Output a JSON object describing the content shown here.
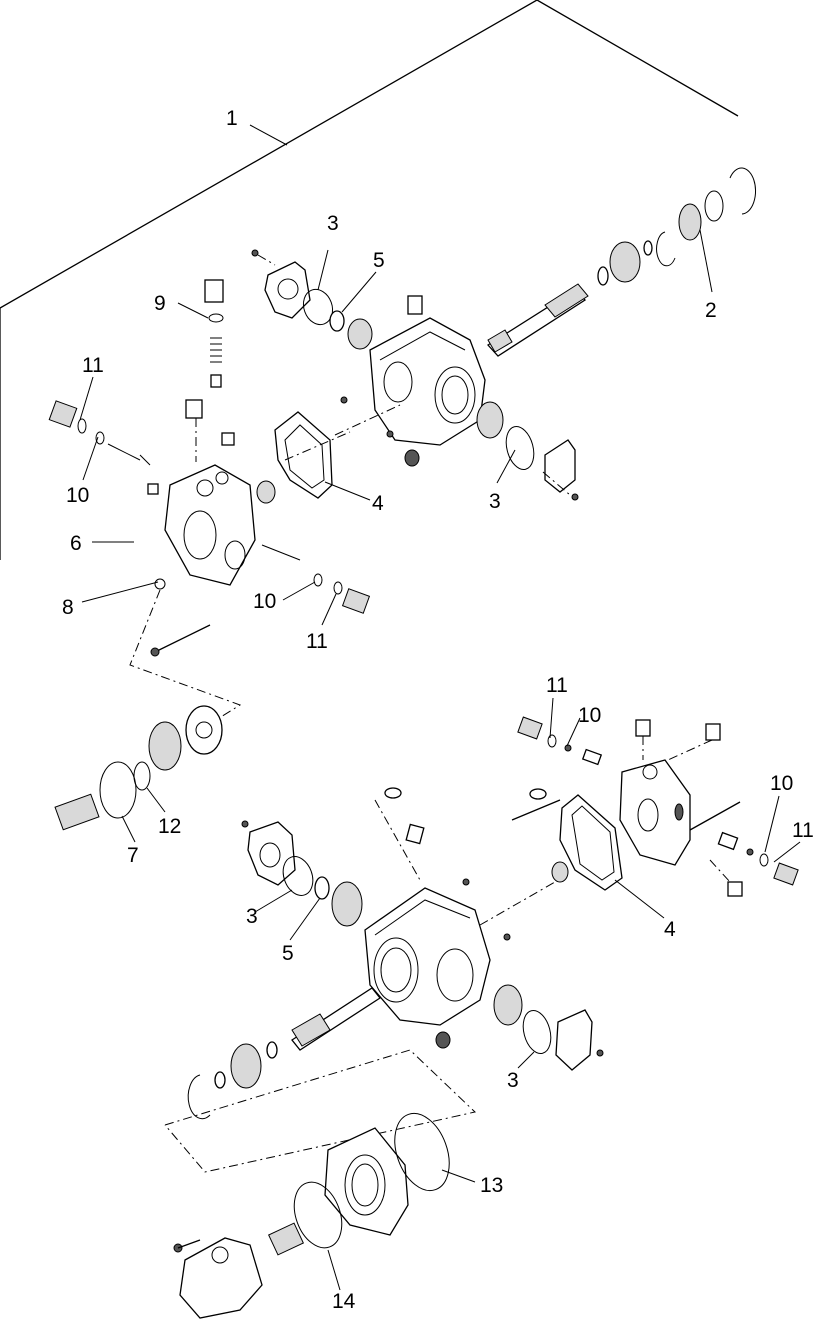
{
  "callouts": [
    {
      "id": "c1",
      "label": "1"
    },
    {
      "id": "c2",
      "label": "2"
    },
    {
      "id": "c3a",
      "label": "3"
    },
    {
      "id": "c5a",
      "label": "5"
    },
    {
      "id": "c9",
      "label": "9"
    },
    {
      "id": "c11a",
      "label": "11"
    },
    {
      "id": "c10a",
      "label": "10"
    },
    {
      "id": "c3b",
      "label": "3"
    },
    {
      "id": "c4a",
      "label": "4"
    },
    {
      "id": "c6",
      "label": "6"
    },
    {
      "id": "c8",
      "label": "8"
    },
    {
      "id": "c10b",
      "label": "10"
    },
    {
      "id": "c11b",
      "label": "11"
    },
    {
      "id": "c11c",
      "label": "11"
    },
    {
      "id": "c10c",
      "label": "10"
    },
    {
      "id": "c12",
      "label": "12"
    },
    {
      "id": "c7",
      "label": "7"
    },
    {
      "id": "c10d",
      "label": "10"
    },
    {
      "id": "c11d",
      "label": "11"
    },
    {
      "id": "c3c",
      "label": "3"
    },
    {
      "id": "c5b",
      "label": "5"
    },
    {
      "id": "c4b",
      "label": "4"
    },
    {
      "id": "c3d",
      "label": "3"
    },
    {
      "id": "c13",
      "label": "13"
    },
    {
      "id": "c14",
      "label": "14"
    }
  ]
}
